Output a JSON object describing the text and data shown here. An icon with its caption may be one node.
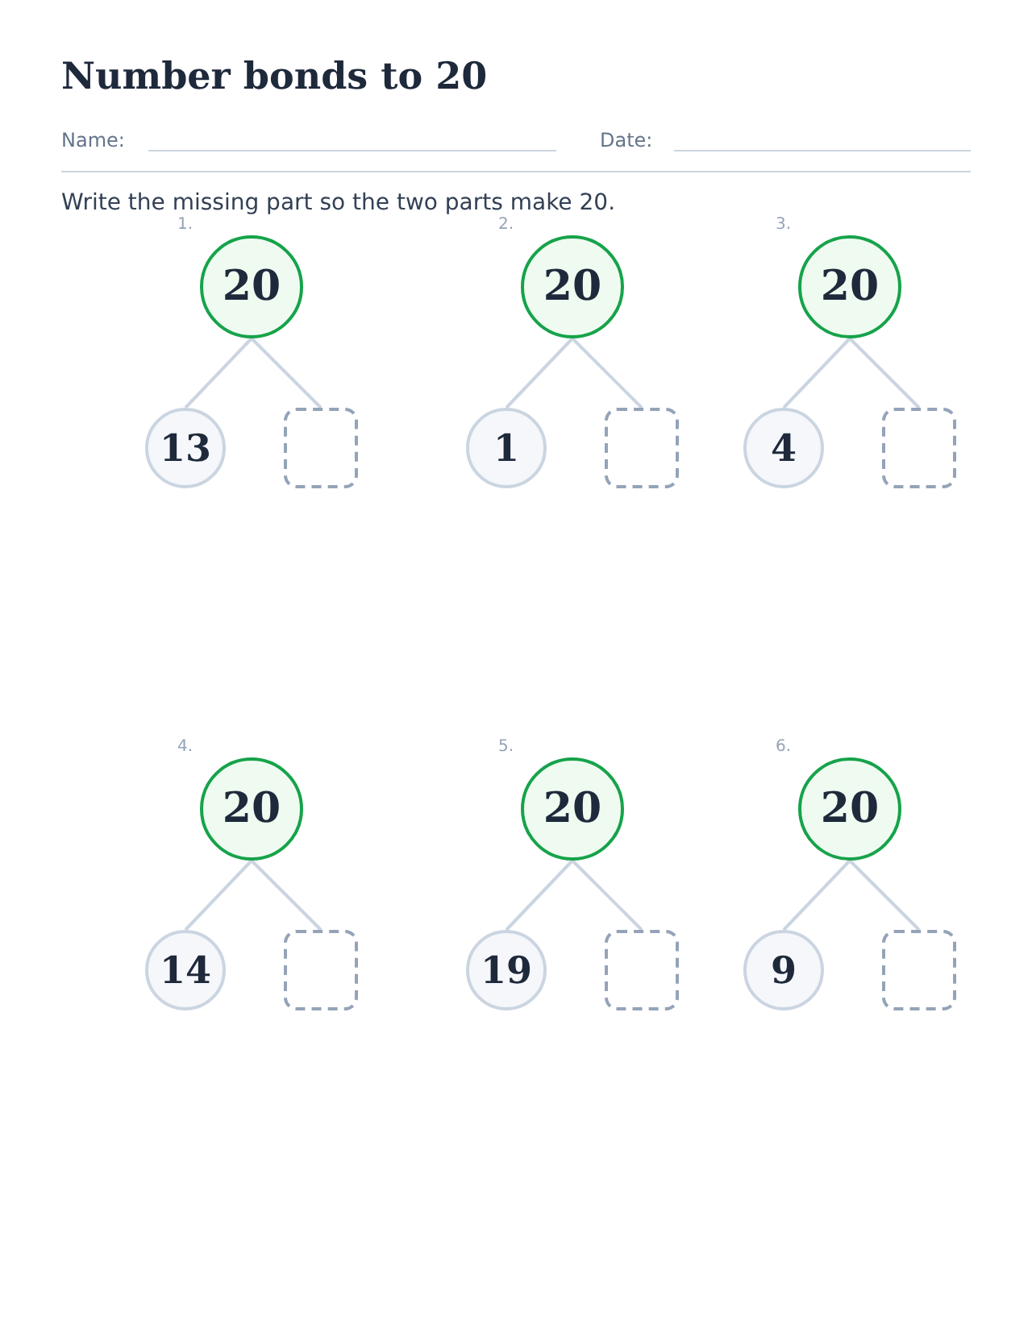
{
  "diagram": {
    "title": "Number bonds to 20",
    "nodes": [
      {
        "text": [
          "20"
        ],
        "beside": [
          "1."
        ]
      },
      {
        "text": [
          "13"
        ]
      },
      {
        "text": [],
        "shape": "box"
      },
      {
        "text": [
          "20"
        ],
        "beside": [
          "2."
        ]
      },
      {
        "text": [
          "1"
        ]
      },
      {
        "text": [],
        "shape": "box"
      },
      {
        "text": [
          "20"
        ],
        "beside": [
          "3."
        ]
      },
      {
        "text": [
          "4"
        ]
      },
      {
        "text": [],
        "shape": "box"
      },
      {
        "text": [
          "20"
        ],
        "beside": [
          "4."
        ]
      },
      {
        "text": [
          "14"
        ]
      },
      {
        "text": [],
        "shape": "box"
      },
      {
        "text": [
          "20"
        ],
        "beside": [
          "5."
        ]
      },
      {
        "text": [
          "19"
        ]
      },
      {
        "text": [],
        "shape": "box"
      },
      {
        "text": [
          "20"
        ],
        "beside": [
          "6."
        ]
      },
      {
        "text": [
          "9"
        ]
      },
      {
        "text": [],
        "shape": "box"
      }
    ],
    "edges": [
      {
        "from": 0,
        "to": 1,
        "arrow": "none"
      },
      {
        "from": 0,
        "to": 2,
        "arrow": "none"
      },
      {
        "from": 3,
        "to": 4,
        "arrow": "none"
      },
      {
        "from": 3,
        "to": 5,
        "arrow": "none"
      },
      {
        "from": 6,
        "to": 7,
        "arrow": "none"
      },
      {
        "from": 6,
        "to": 8,
        "arrow": "none"
      },
      {
        "from": 9,
        "to": 10,
        "arrow": "none"
      },
      {
        "from": 9,
        "to": 11,
        "arrow": "none"
      },
      {
        "from": 12,
        "to": 13,
        "arrow": "none"
      },
      {
        "from": 12,
        "to": 14,
        "arrow": "none"
      },
      {
        "from": 15,
        "to": 16,
        "arrow": "none"
      },
      {
        "from": 15,
        "to": 17,
        "arrow": "none"
      }
    ],
    "labels": [
      "Name:",
      "Date:",
      "Write the missing part so the two parts make 20."
    ]
  }
}
